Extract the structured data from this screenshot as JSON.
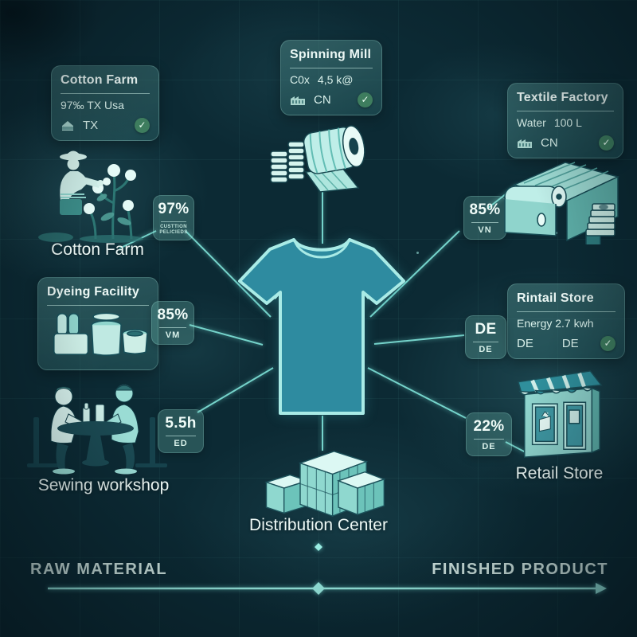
{
  "cards": {
    "cotton_farm": {
      "title": "Cotton Farm",
      "stat": "97‰ TX Usa",
      "region": "TX"
    },
    "spinning_mill": {
      "title": "Spinning Mill",
      "metric": "C0x",
      "value": "4,5 k@",
      "region": "CN"
    },
    "textile_factory": {
      "title": "Textile Factory",
      "metric": "Water",
      "value": "100 L",
      "region": "CN"
    },
    "dyeing_facility": {
      "title": "Dyeing Facility"
    },
    "retail_store": {
      "title": "Rintail Store",
      "stat": "Energy 2.7 kwh",
      "region": "DE",
      "region2": "DE"
    }
  },
  "badges": {
    "cotton": {
      "value": "97%",
      "sub1": "CUSTTION",
      "sub2": "PELICIEDS"
    },
    "dyeing": {
      "value": "85%",
      "sub": "VM"
    },
    "sewing": {
      "value": "5.5h",
      "sub": "ED"
    },
    "factory": {
      "value": "85%",
      "sub": "VN"
    },
    "store": {
      "value": "DE",
      "sub": "DE"
    },
    "retail": {
      "value": "22%",
      "sub": "DE"
    }
  },
  "labels": {
    "cotton_farm": "Cotton Farm",
    "sewing_workshop": "Sewing workshop",
    "distribution_center": "Distribution Center",
    "retail_store": "Retail Store"
  },
  "timeline": {
    "left": "RAW MATERIAL",
    "right": "FINISHED PRODUCT"
  },
  "icons": {
    "check": "✓"
  },
  "colors": {
    "accent_line": "#7fe3d9",
    "background": "#0c2a34",
    "shirt_fill": "#2e8ba0",
    "illustration_light": "#c9f0ea",
    "check_green": "#3e7d5e"
  }
}
